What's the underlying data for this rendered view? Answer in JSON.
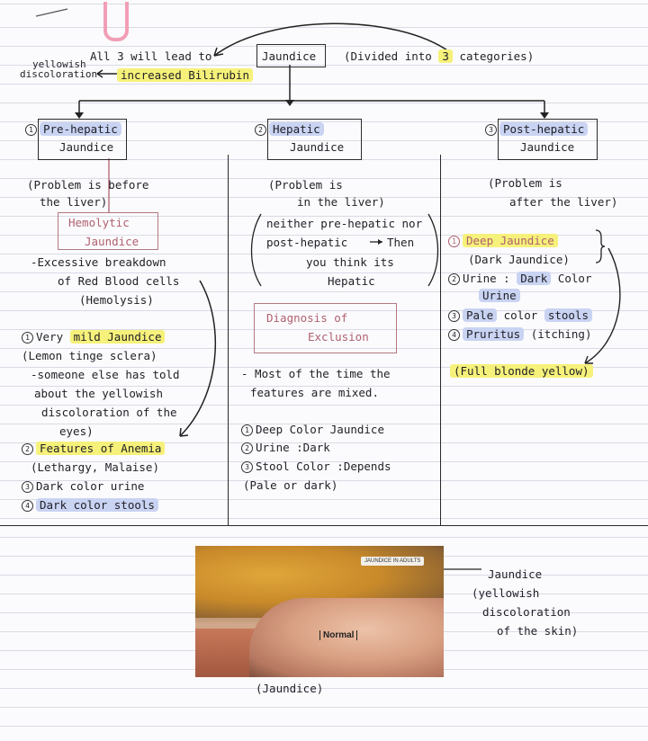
{
  "top": {
    "all3": "All 3 will lead to",
    "jaundice": "Jaundice",
    "divided_pre": "(Divided into",
    "divided_num": "3",
    "divided_post": "categories)",
    "yellowish": "yellowish",
    "discoloration": "discoloration",
    "bilirubin": "increased Bilirubin"
  },
  "col1": {
    "num": "1",
    "title1": "Pre-hepatic",
    "title2": "Jaundice",
    "problem1": "(Problem is before",
    "problem2": "the liver)",
    "hemo1": "Hemolytic",
    "hemo2": "Jaundice",
    "ex1": "-Excessive breakdown",
    "ex2": "of Red Blood cells",
    "ex3": "(Hemolysis)",
    "p1_num": "1",
    "p1a": "Very",
    "p1b": "mild Jaundice",
    "p1c": "(Lemon tinge sclera)",
    "p1d": "-someone else has told",
    "p1e": "about the yellowish",
    "p1f": "discoloration of the",
    "p1g": "eyes)",
    "p2_num": "2",
    "p2a": "Features of Anemia",
    "p2b": "(Lethargy, Malaise)",
    "p3_num": "3",
    "p3": "Dark color urine",
    "p4_num": "4",
    "p4": "Dark color stools"
  },
  "col2": {
    "num": "2",
    "title1": "Hepatic",
    "title2": "Jaundice",
    "problem1": "(Problem is",
    "problem2": "in the liver)",
    "n1": "neither pre-hepatic nor",
    "n2a": "post-hepatic",
    "n2b": "Then",
    "n3": "you think its",
    "n4": "Hepatic",
    "diag1": "Diagnosis of",
    "diag2": "Exclusion",
    "most1": "- Most of the time the",
    "most2": "features are mixed.",
    "f1_num": "1",
    "f1": "Deep Color Jaundice",
    "f2_num": "2",
    "f2": "Urine :Dark",
    "f3_num": "3",
    "f3": "Stool Color :Depends",
    "f4": "(Pale or dark)"
  },
  "col3": {
    "num": "3",
    "title1": "Post-hepatic",
    "title2": "Jaundice",
    "problem1": "(Problem is",
    "problem2": "after the liver)",
    "q1_num": "1",
    "q1": "Deep Jaundice",
    "q1b": "(Dark Jaundice)",
    "q2_num": "2",
    "q2a": "Urine :",
    "q2b": "Dark",
    "q2c": "Color",
    "q2d": "Urine",
    "q3_num": "3",
    "q3a": "Pale",
    "q3b": "color",
    "q3c": "stools",
    "q4_num": "4",
    "q4a": "Pruritus",
    "q4b": "(itching)",
    "blonde": "(Full blonde yellow)"
  },
  "photo": {
    "tag": "JAUNDICE IN ADULTS",
    "normal": "Normal",
    "caption": "(Jaundice)"
  },
  "side": {
    "l1": "Jaundice",
    "l2": "(yellowish",
    "l3": "discoloration",
    "l4": "of the skin)"
  }
}
